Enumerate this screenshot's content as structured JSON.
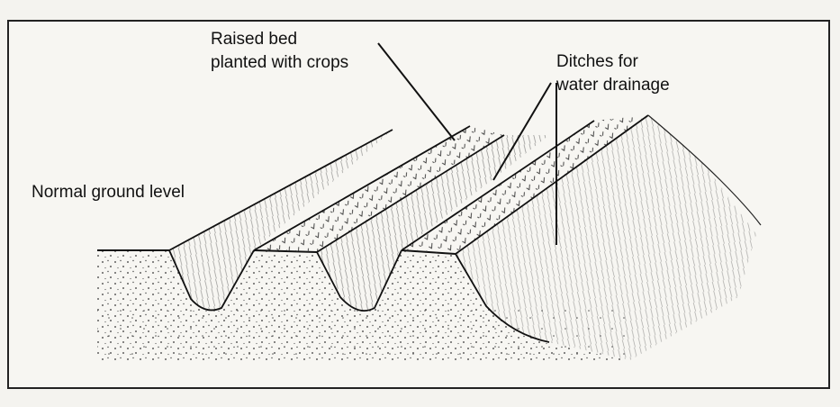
{
  "labels": {
    "raised_bed": [
      "Raised bed",
      "planted with crops"
    ],
    "ditches": [
      "Ditches for",
      "water drainage"
    ],
    "normal_ground": "Normal ground level"
  }
}
